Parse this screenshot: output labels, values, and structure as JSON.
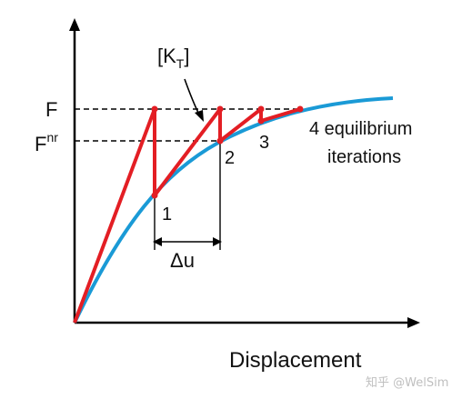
{
  "labels": {
    "F": "F",
    "F_nr_base": "F",
    "F_nr_sup": "nr",
    "KT_open": "[K",
    "KT_sub": "T",
    "KT_close": "]",
    "iter_1": "1",
    "iter_2": "2",
    "iter_3": "3",
    "delta_u": "Δu",
    "note_line1": "4 equilibrium",
    "note_line2": "iterations",
    "x_axis": "Displacement",
    "watermark": "知乎 @WelSim"
  },
  "colors": {
    "response_curve": "#1a9ad6",
    "iteration_path": "#e31e24",
    "axes": "#000000",
    "dashed": "#000000",
    "text": "#111111"
  }
}
